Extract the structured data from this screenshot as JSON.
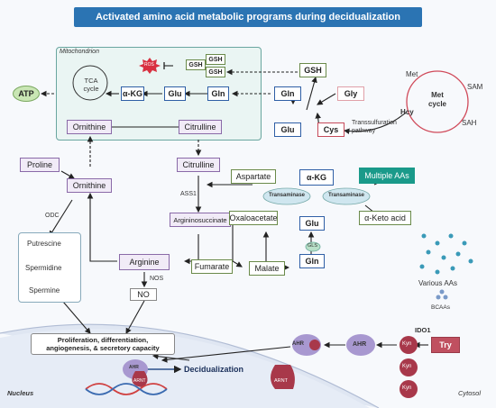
{
  "title": "Activated amino acid metabolic programs during decidualization",
  "labels": {
    "mitochondrion": "Mitochondrion",
    "nucleus": "Nucleus",
    "cytosol": "Cytosol",
    "tca": "TCA cycle",
    "ros": "ROS",
    "gsh_small": "GSH",
    "met_cycle": "Met cycle",
    "met": "Met",
    "sam": "SAM",
    "sah": "SAH",
    "hcy": "Hcy",
    "transsulfuration": "Transsulfuration pathway",
    "ass1": "ASS1",
    "odc": "ODC",
    "nos": "NOS",
    "ido1": "IDO1",
    "transaminase": "Transaminase",
    "gls": "GLS",
    "various_aas": "Various AAs",
    "bcaas": "BCAAs",
    "ahr": "AHR",
    "arnt": "ARNT",
    "kyn": "Kyn",
    "decidualization": "Decidualization"
  },
  "nodes": {
    "atp": "ATP",
    "akg_mito": "α-KG",
    "glu_mito": "Glu",
    "gln_mito": "Gln",
    "ornithine_mito": "Ornithine",
    "citrulline_mito": "Citrulline",
    "gsh": "GSH",
    "gln": "Gln",
    "gly": "Gly",
    "glu": "Glu",
    "cys": "Cys",
    "proline": "Proline",
    "ornithine": "Ornithine",
    "citrulline": "Citrulline",
    "aspartate": "Aspartate",
    "akg": "α-KG",
    "multiple_aas": "Multiple AAs",
    "argininosuccinate": "Argininosuccinate",
    "oxaloacetate": "Oxaloacetate",
    "glu2": "Glu",
    "keto_acid": "α-Keto acid",
    "gln2": "Gln",
    "putrescine": "Putrescine",
    "spermidine": "Spermidine",
    "spermine": "Spermine",
    "arginine": "Arginine",
    "fumarate": "Fumarate",
    "malate": "Malate",
    "no": "NO",
    "outcome": "Proliferation, differentiation, angiogenesis, & secretory capacity",
    "try": "Try"
  },
  "colors": {
    "title_bg": "#2b74b3",
    "blue_border": "#2f5fa6",
    "purple_border": "#8a6aa8",
    "green_border": "#6a8a4a",
    "red_border": "#c64a5a",
    "ahr_purple": "#a898d0",
    "kyn_red": "#a8384a",
    "multiple_aas_bg": "#1a9a8a",
    "try_bg": "#c05060"
  }
}
